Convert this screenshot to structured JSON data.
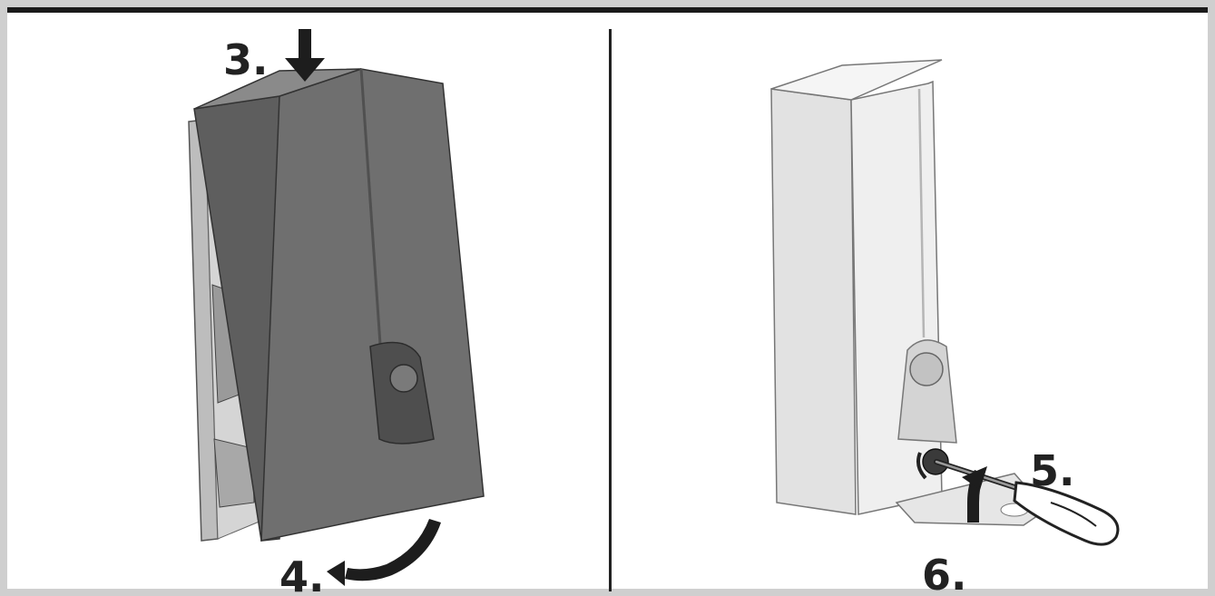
{
  "steps": {
    "step3": "3.",
    "step4": "4.",
    "step5": "5.",
    "step6": "6."
  },
  "icons": {
    "left_arrow": "down-arrow-icon",
    "left_curve": "rotate-arrow-icon",
    "right_curve": "rotate-arrow-icon",
    "screwdriver": "screwdriver-icon"
  },
  "colors": {
    "frame": "#cfcfcf",
    "background": "#ffffff",
    "top_rule": "#1a1a1a",
    "cover_dark": "#6b6b6b",
    "cover_light": "#ebebeb"
  }
}
